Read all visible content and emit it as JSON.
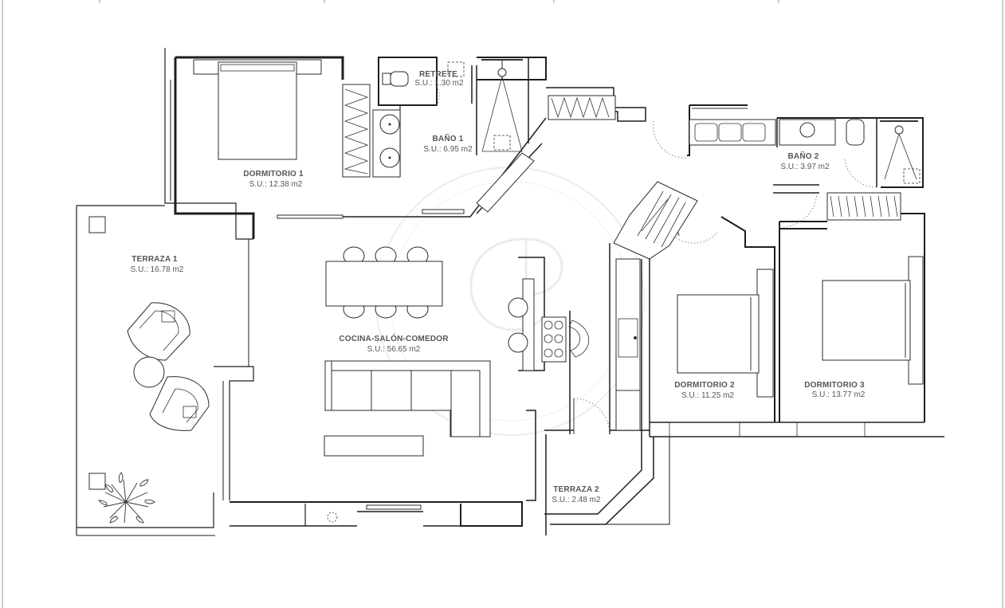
{
  "rooms": [
    {
      "id": "dormitorio1",
      "name": "DORMITORIO 1",
      "area": "S.U.: 12.38 m2"
    },
    {
      "id": "retrete",
      "name": "RETRETE",
      "area": "S.U.: 1.30 m2"
    },
    {
      "id": "bano1",
      "name": "BAÑO 1",
      "area": "S.U.: 6.95 m2"
    },
    {
      "id": "bano2",
      "name": "BAÑO 2",
      "area": "S.U.: 3.97 m2"
    },
    {
      "id": "terraza1",
      "name": "TERRAZA 1",
      "area": "S.U.: 16.78 m2"
    },
    {
      "id": "cocina",
      "name": "COCINA-SALÓN-COMEDOR",
      "area": "S.U.: 56.65 m2"
    },
    {
      "id": "dormitorio2",
      "name": "DORMITORIO 2",
      "area": "S.U.: 11.25 m2"
    },
    {
      "id": "dormitorio3",
      "name": "DORMITORIO 3",
      "area": "S.U.: 13.77 m2"
    },
    {
      "id": "terraza2",
      "name": "TERRAZA 2",
      "area": "S.U.: 2.48 m2"
    }
  ],
  "colors": {
    "wall": "#1e1e1e",
    "label": "#555555",
    "background": "#ffffff"
  },
  "icons": [
    "bed-icon",
    "toilet-icon",
    "sink-icon",
    "shower-icon",
    "sofa-icon",
    "dining-table-icon",
    "armchair-icon",
    "plant-icon",
    "cooktop-icon",
    "wardrobe-icon",
    "door-swing-icon",
    "watermark-logo"
  ]
}
